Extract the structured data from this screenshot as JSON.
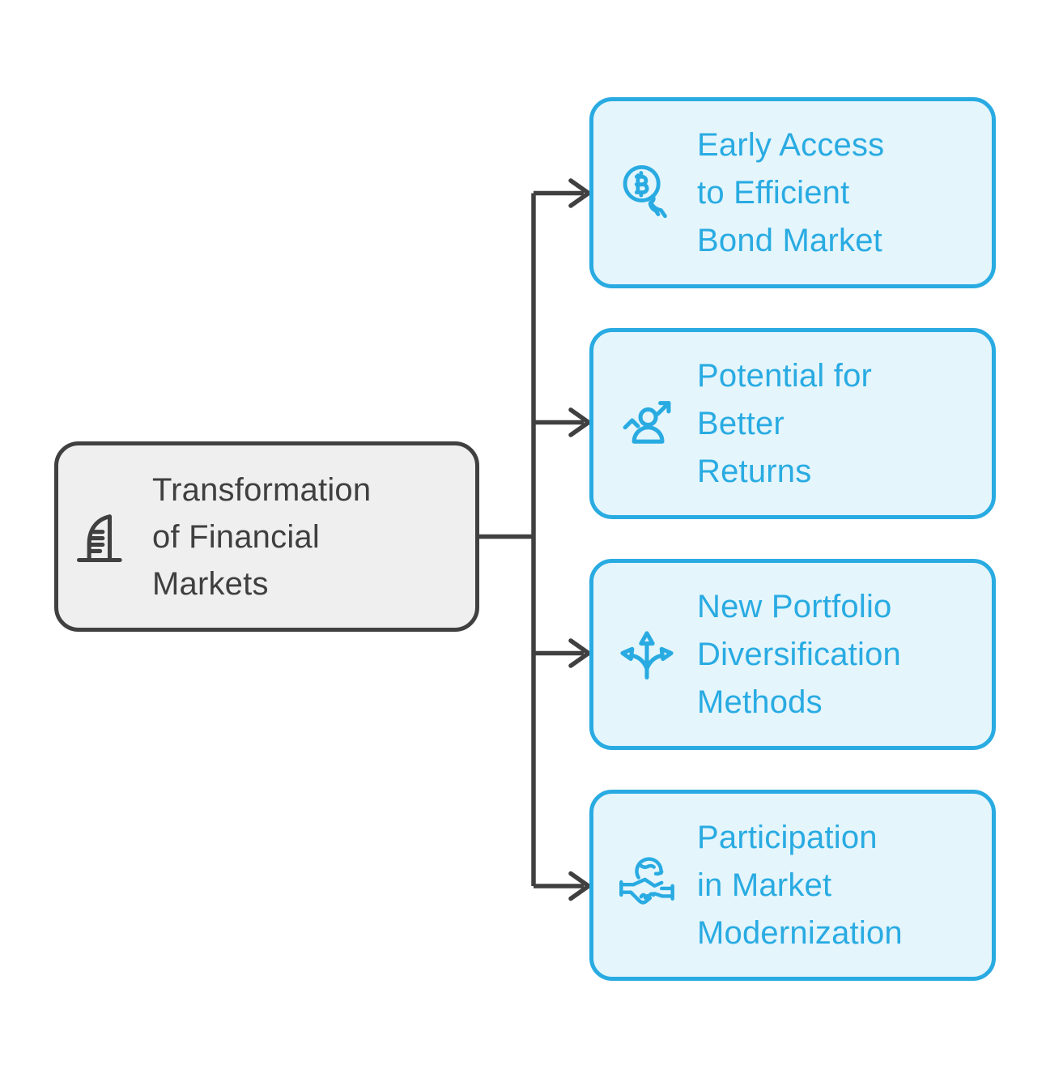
{
  "diagram": {
    "root": {
      "label": "Transformation\nof Financial\nMarkets",
      "icon": "building-icon"
    },
    "children": [
      {
        "label": "Early Access\nto Efficient\nBond Market",
        "icon": "bitcoin-search-icon"
      },
      {
        "label": "Potential for\nBetter\nReturns",
        "icon": "person-growth-icon"
      },
      {
        "label": "New Portfolio\nDiversification\nMethods",
        "icon": "branching-arrows-icon"
      },
      {
        "label": "Participation\nin Market\nModernization",
        "icon": "handshake-globe-icon"
      }
    ],
    "colors": {
      "background": "#FFFFFF",
      "connector": "#404040",
      "root_fill": "#EFEFEF",
      "root_border": "#404040",
      "root_text": "#3F3F3F",
      "child_fill": "#E4F5FC",
      "child_border": "#29ABE2",
      "child_text": "#29ABE2"
    }
  }
}
